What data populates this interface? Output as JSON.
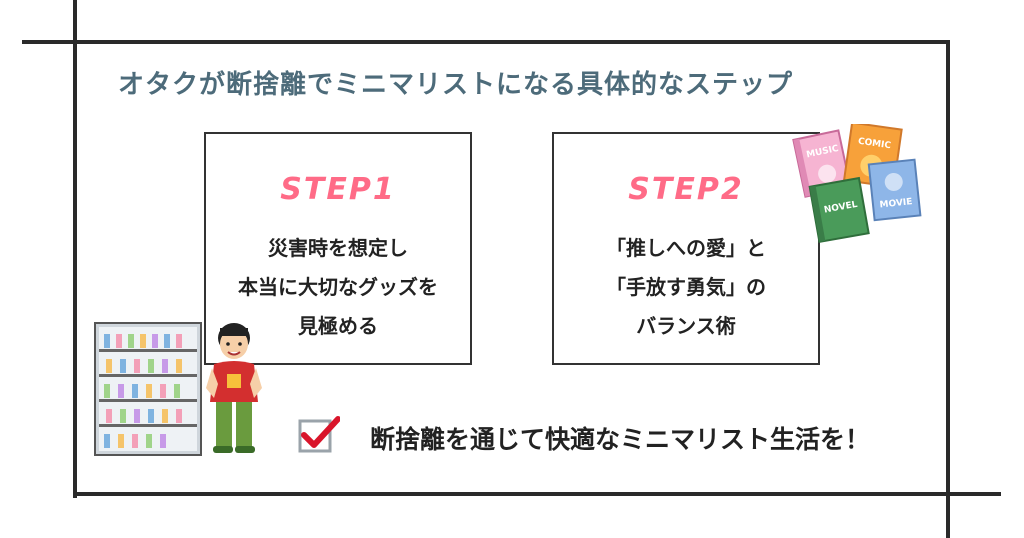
{
  "header": {
    "title": "オタクが断捨離でミニマリストになる具体的なステップ"
  },
  "steps": [
    {
      "label": "STEP1",
      "lines": [
        "災害時を想定し",
        "本当に大切なグッズを",
        "見極める"
      ]
    },
    {
      "label": "STEP2",
      "lines": [
        "「推しへの愛」と",
        "「手放す勇気」の",
        "バランス術"
      ]
    }
  ],
  "conclusion": {
    "text": "断捨離を通じて快適なミニマリスト生活を！"
  },
  "media_icons": {
    "music": "MUSIC",
    "comic": "COMIC",
    "novel": "NOVEL",
    "movie": "MOVIE"
  },
  "colors": {
    "accent": "#ff6b87",
    "title": "#4d6b7a",
    "check": "#d9152b",
    "frame": "#2a2a2a"
  }
}
